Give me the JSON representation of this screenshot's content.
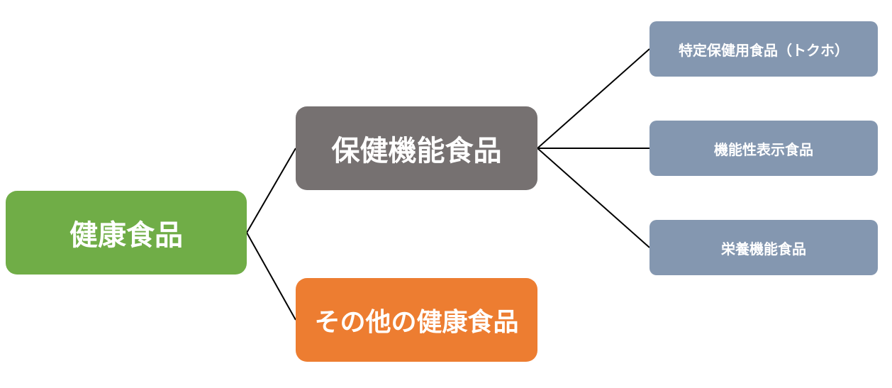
{
  "colors": {
    "root": "#70ad47",
    "hoken": "#767171",
    "other": "#ed7d31",
    "leaf": "#8497b0",
    "connector": "#000000"
  },
  "nodes": {
    "root": "健康食品",
    "hoken": "保健機能食品",
    "other": "その他の健康食品",
    "tokuho": "特定保健用食品（トクホ）",
    "kinousei": "機能性表示食品",
    "eiyou": "栄養機能食品"
  }
}
